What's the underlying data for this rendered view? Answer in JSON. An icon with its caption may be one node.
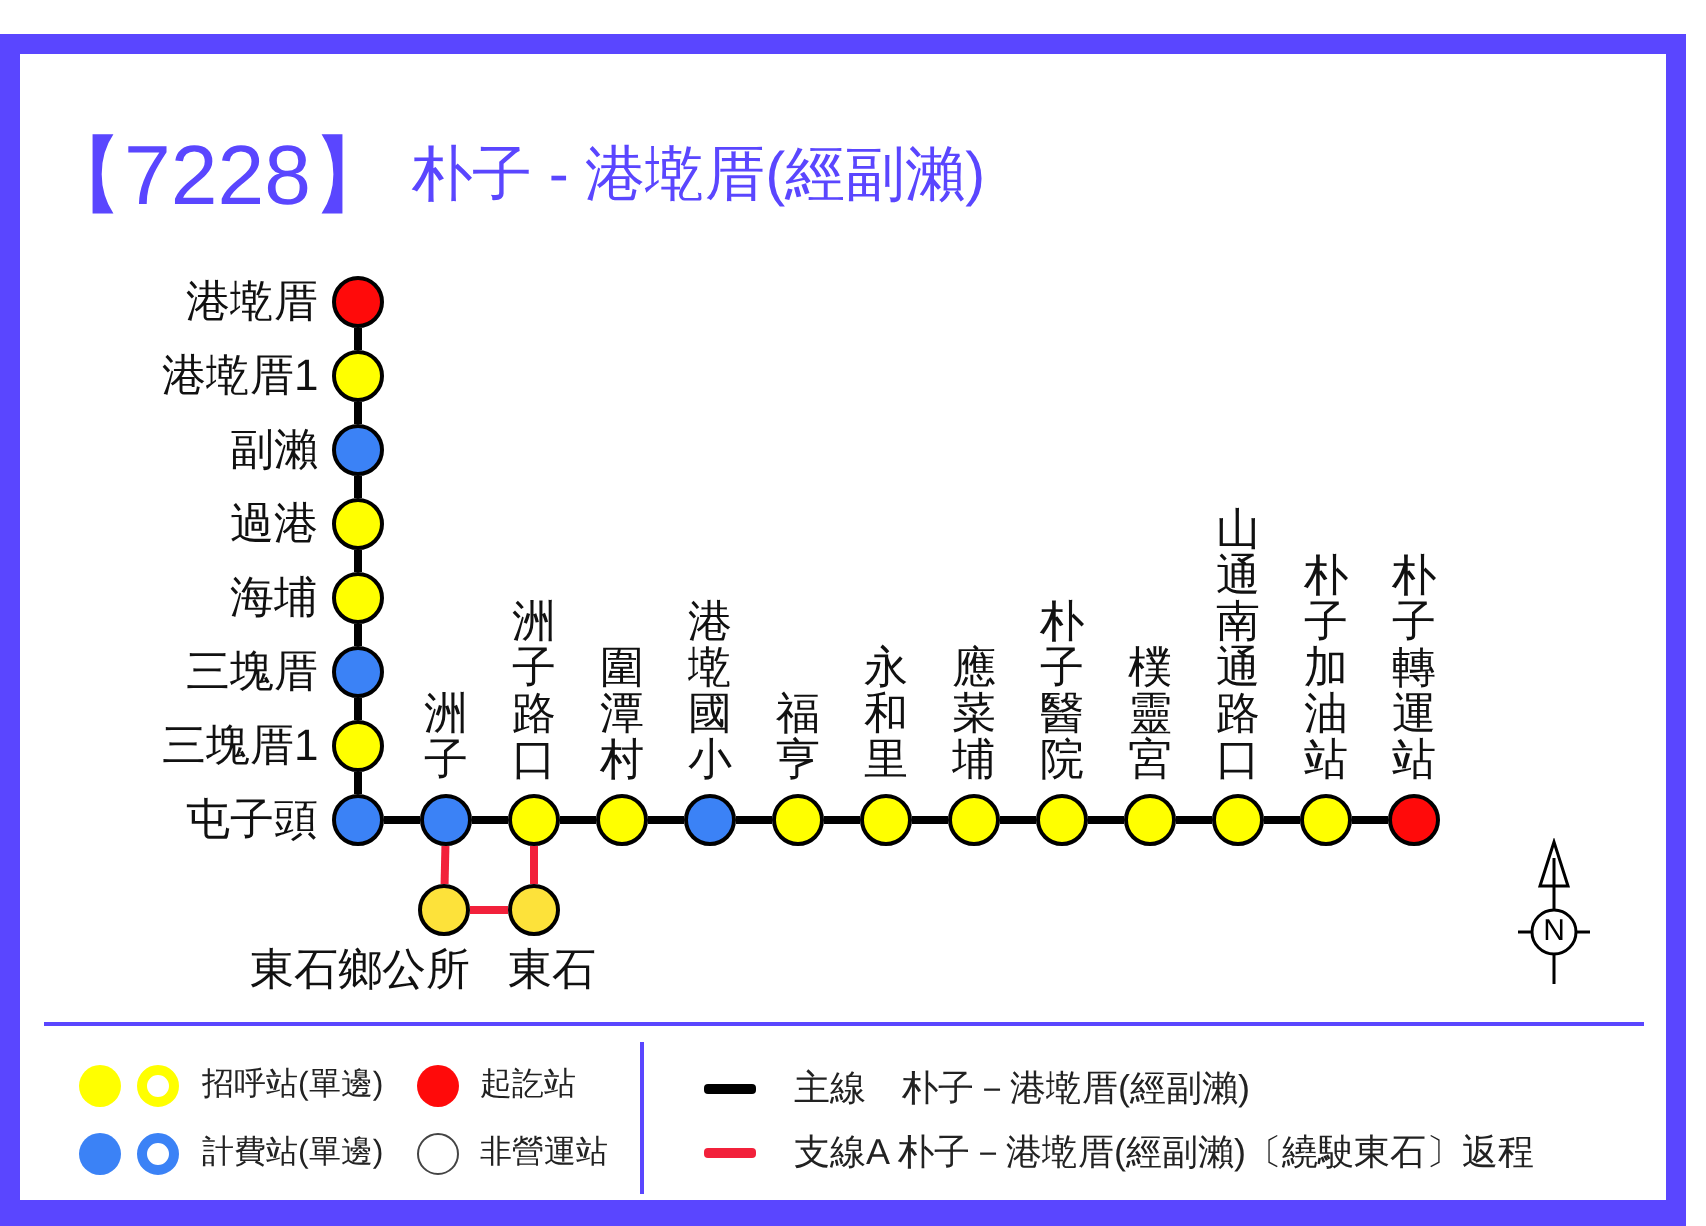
{
  "diagram": {
    "title": "【7228】",
    "nodes": [
      {
        "text": [
          "港墘厝"
        ]
      },
      {
        "text": [
          "港墘厝1"
        ]
      },
      {
        "text": [
          "副瀨"
        ]
      },
      {
        "text": [
          "過港"
        ]
      },
      {
        "text": [
          "海埔"
        ]
      },
      {
        "text": [
          "三塊厝"
        ]
      },
      {
        "text": [
          "三塊厝1"
        ]
      },
      {
        "text": [
          "屯子頭"
        ]
      },
      {
        "text": [
          "洲子"
        ]
      },
      {
        "text": [
          "洲子路口"
        ]
      },
      {
        "text": [
          "圍潭村"
        ]
      },
      {
        "text": [
          "港墘國小"
        ]
      },
      {
        "text": [
          "福亨"
        ]
      },
      {
        "text": [
          "永和里"
        ]
      },
      {
        "text": [
          "應菜埔"
        ]
      },
      {
        "text": [
          "朴子醫院"
        ]
      },
      {
        "text": [
          "樸靈宮"
        ]
      },
      {
        "text": [
          "山通南通路口"
        ]
      },
      {
        "text": [
          "朴子加油站"
        ]
      },
      {
        "text": [
          "朴子轉運站"
        ]
      },
      {
        "text": [
          "東石鄉公所"
        ]
      },
      {
        "text": [
          "東石"
        ]
      }
    ],
    "edges": [
      {
        "from": 0,
        "to": 1,
        "arrow": "none"
      },
      {
        "from": 1,
        "to": 2,
        "arrow": "none"
      },
      {
        "from": 2,
        "to": 3,
        "arrow": "none"
      },
      {
        "from": 3,
        "to": 4,
        "arrow": "none"
      },
      {
        "from": 4,
        "to": 5,
        "arrow": "none"
      },
      {
        "from": 5,
        "to": 6,
        "arrow": "none"
      },
      {
        "from": 6,
        "to": 7,
        "arrow": "none"
      },
      {
        "from": 7,
        "to": 8,
        "arrow": "none"
      },
      {
        "from": 8,
        "to": 9,
        "arrow": "none"
      },
      {
        "from": 9,
        "to": 10,
        "arrow": "none"
      },
      {
        "from": 10,
        "to": 11,
        "arrow": "none"
      },
      {
        "from": 11,
        "to": 12,
        "arrow": "none"
      },
      {
        "from": 12,
        "to": 13,
        "arrow": "none"
      },
      {
        "from": 13,
        "to": 14,
        "arrow": "none"
      },
      {
        "from": 14,
        "to": 15,
        "arrow": "none"
      },
      {
        "from": 15,
        "to": 16,
        "arrow": "none"
      },
      {
        "from": 16,
        "to": 17,
        "arrow": "none"
      },
      {
        "from": 17,
        "to": 18,
        "arrow": "none"
      },
      {
        "from": 18,
        "to": 19,
        "arrow": "none"
      },
      {
        "from": 8,
        "to": 20,
        "arrow": "none",
        "color": "#f2213b"
      },
      {
        "from": 20,
        "to": 21,
        "arrow": "none",
        "color": "#f2213b"
      },
      {
        "from": 21,
        "to": 9,
        "arrow": "none",
        "color": "#f2213b"
      }
    ],
    "labels": [
      "朴子 - 港墘厝(經副瀨)",
      "N"
    ],
    "legend": [
      {
        "text": "招呼站(單邊)",
        "color": "#ffff00"
      },
      {
        "text": "起訖站",
        "color": "#ff0a0a"
      },
      {
        "text": "計費站(單邊)",
        "color": "#3b82f6"
      },
      {
        "text": "非營運站"
      },
      {
        "text": "主線　朴子－港墘厝(經副瀨)"
      },
      {
        "text": "支線A 朴子－港墘厝(經副瀨)〔繞駛東石〕返程"
      }
    ]
  }
}
